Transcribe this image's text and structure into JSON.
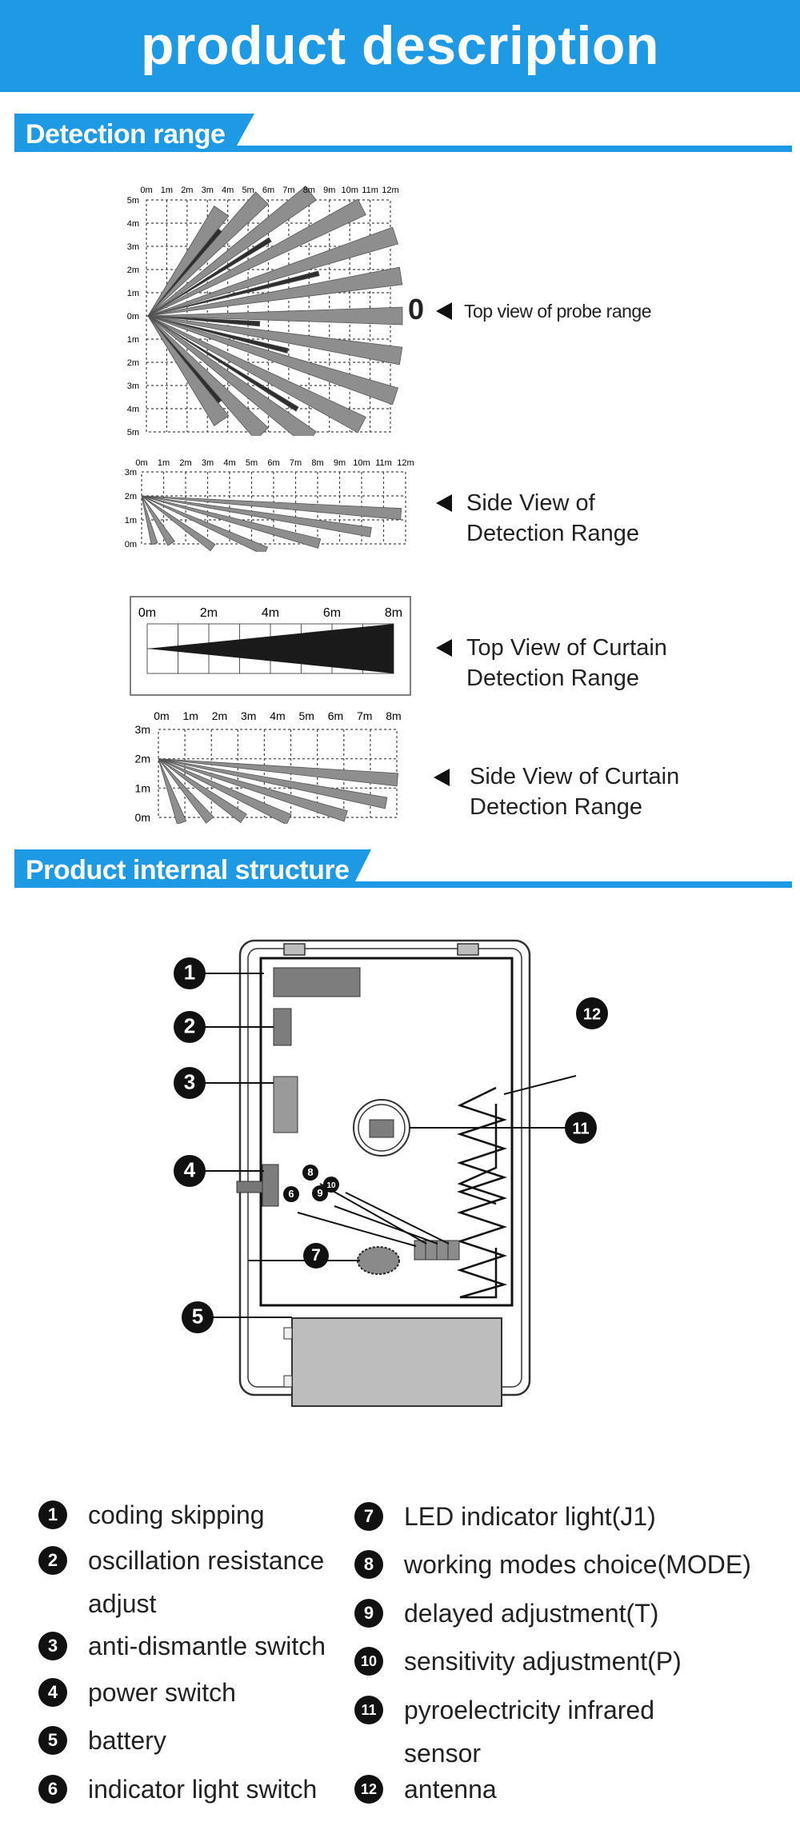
{
  "header": {
    "title": "product description"
  },
  "sections": {
    "detection": {
      "title": "Detection range"
    },
    "structure": {
      "title": "Product internal structure"
    }
  },
  "diagrams": {
    "top_probe": {
      "label": "Top view of probe range",
      "marker": "0",
      "x_ticks": [
        "0m",
        "1m",
        "2m",
        "3m",
        "4m",
        "5m",
        "6m",
        "7m",
        "8m",
        "9m",
        "10m",
        "11m",
        "12m"
      ],
      "y_ticks": [
        "5m",
        "4m",
        "3m",
        "2m",
        "1m",
        "0m",
        "1m",
        "2m",
        "3m",
        "4m",
        "5m"
      ]
    },
    "side_detect": {
      "label": "Side View of\nDetection Range",
      "x_ticks": [
        "0m",
        "1m",
        "2m",
        "3m",
        "4m",
        "5m",
        "6m",
        "7m",
        "8m",
        "9m",
        "10m",
        "11m",
        "12m"
      ],
      "y_ticks": [
        "3m",
        "2m",
        "1m",
        "0m"
      ]
    },
    "top_curtain": {
      "label": "Top View of Curtain\nDetection Range",
      "x_ticks": [
        "0m",
        "2m",
        "4m",
        "6m",
        "8m"
      ]
    },
    "side_curtain": {
      "label": "Side View of Curtain\nDetection Range",
      "x_ticks": [
        "0m",
        "1m",
        "2m",
        "3m",
        "4m",
        "5m",
        "6m",
        "7m",
        "8m"
      ],
      "y_ticks": [
        "3m",
        "2m",
        "1m",
        "0m"
      ]
    }
  },
  "structure": {
    "callouts": [
      "1",
      "2",
      "3",
      "4",
      "5",
      "6",
      "7",
      "8",
      "9",
      "10",
      "11",
      "12"
    ]
  },
  "legend": [
    {
      "num": "1",
      "text": "coding skipping"
    },
    {
      "num": "2",
      "text": "oscillation resistance\nadjust"
    },
    {
      "num": "3",
      "text": "anti-dismantle switch"
    },
    {
      "num": "4",
      "text": "power switch"
    },
    {
      "num": "5",
      "text": "battery"
    },
    {
      "num": "6",
      "text": "indicator light switch"
    },
    {
      "num": "7",
      "text": "LED indicator light(J1)"
    },
    {
      "num": "8",
      "text": "working modes choice(MODE)"
    },
    {
      "num": "9",
      "text": "delayed adjustment(T)"
    },
    {
      "num": "10",
      "text": "sensitivity adjustment(P)"
    },
    {
      "num": "11",
      "text": "pyroelectricity infrared\nsensor"
    },
    {
      "num": "12",
      "text": "antenna"
    }
  ],
  "colors": {
    "accent": "#1e9ae4",
    "beam": "#8e8e8e",
    "beam_dark": "#2e2e2e",
    "pcb": "#bdbdbd"
  }
}
